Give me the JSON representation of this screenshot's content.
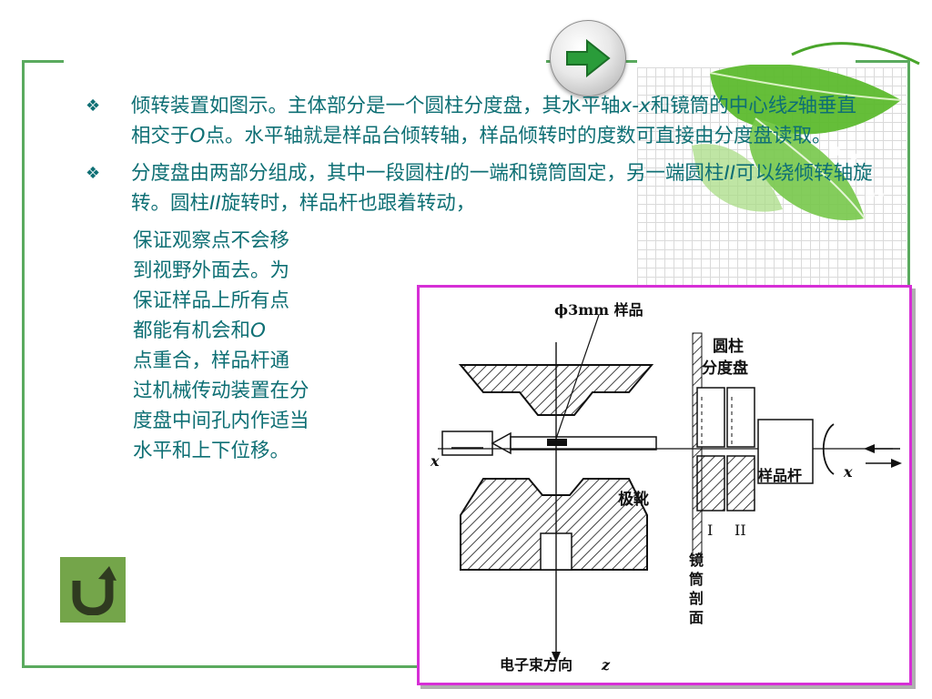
{
  "colors": {
    "frame": "#5aaa5e",
    "text": "#0e6f74",
    "figure_border": "#d62fd6",
    "return_button": "#74a54a",
    "next_arrow": "#2a9c3a"
  },
  "nav": {
    "next_icon": "right-arrow-icon",
    "return_icon": "u-turn-arrow-icon"
  },
  "bullets": [
    {
      "marker": "❖",
      "parts": [
        "倾转装置如图示。主体部分是一个圆柱分度盘，其水平轴",
        "x-x",
        "和镜筒的中心线",
        "z",
        "轴垂直相交于",
        "O",
        "点。水平轴就是样品台倾转轴，样品倾转时的度数可直接由分度盘读取。"
      ]
    },
    {
      "marker": "❖",
      "parts": [
        "分度盘由两部分组成，其中一段圆柱",
        "I",
        "的一端和镜筒固定，另一端圆柱",
        "II",
        "可以绕倾转轴旋转。圆柱",
        "II",
        "旋转时，样品杆也跟着转动，"
      ]
    }
  ],
  "continuation_lines": [
    "保证观察点不会移",
    "到视野外面去。为",
    "保证样品上所有点",
    "都能有机会和",
    "点重合，样品杆通",
    "过机械传动装置在分",
    "度盘中间孔内作适当",
    "水平和上下位移。"
  ],
  "continuation_O": "O",
  "figure": {
    "sample_label": "ϕ3mm 样品",
    "dial_label_1": "圆柱",
    "dial_label_2": "分度盘",
    "pole_label": "极靴",
    "rod_label": "样品杆",
    "x_left": "x",
    "x_right": "x",
    "cyl_I": "I",
    "cyl_II": "II",
    "tube_label": [
      "镜",
      "筒",
      "剖",
      "面"
    ],
    "beam_label": "电子束方向",
    "z_label": "z"
  }
}
